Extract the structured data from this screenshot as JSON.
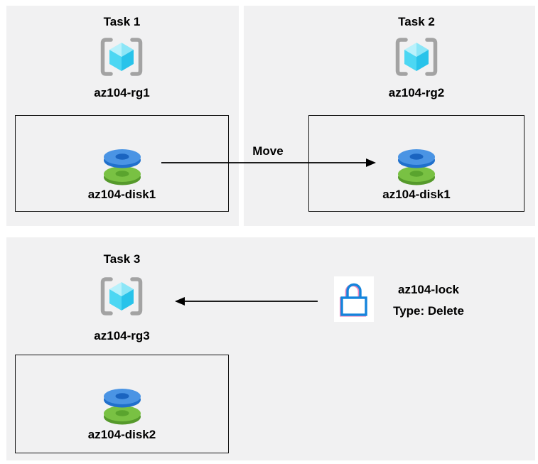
{
  "diagram": {
    "panels": [
      {
        "title": "Task 1",
        "resource_group": "az104-rg1",
        "disk": "az104-disk1"
      },
      {
        "title": "Task 2",
        "resource_group": "az104-rg2",
        "disk": "az104-disk1"
      },
      {
        "title": "Task 3",
        "resource_group": "az104-rg3",
        "disk": "az104-disk2"
      }
    ],
    "move_arrow": {
      "label": "Move"
    },
    "lock": {
      "name": "az104-lock",
      "type": "Type: Delete"
    },
    "colors": {
      "panel_bg": "#f1f1f2",
      "box_border": "#141414",
      "arrow": "#000000",
      "bracket_gray": "#a3a3a3",
      "cube_top_left": "#b9f1fb",
      "cube_top_right": "#8ce6f7",
      "cube_face_left": "#4cd7f3",
      "cube_face_right": "#28c3ea",
      "disk_blue_top": "#4a94e4",
      "disk_blue_side": "#2070cc",
      "disk_blue_hole": "#1a64c0",
      "disk_green_top": "#79c143",
      "disk_green_side": "#55992b",
      "disk_green_hole": "#5aa42e",
      "lock_blue": "#1484dc",
      "lock_pink": "#e85fa8"
    }
  }
}
